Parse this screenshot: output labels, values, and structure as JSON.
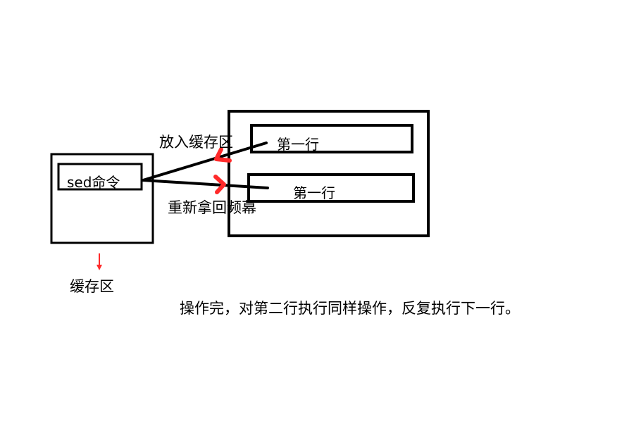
{
  "diagram": {
    "sed_command": "sed命令",
    "buffer_label": "缓存区",
    "file_line_top": "第一行",
    "file_line_bottom": "第一行",
    "arrow_in_label": "放入缓存区",
    "arrow_out_label": "重新拿回频幕",
    "footer_note": "操作完，对第二行执行同样操作，反复执行下一行。"
  },
  "colors": {
    "stroke": "#000000",
    "accent": "#ff2a2a"
  }
}
